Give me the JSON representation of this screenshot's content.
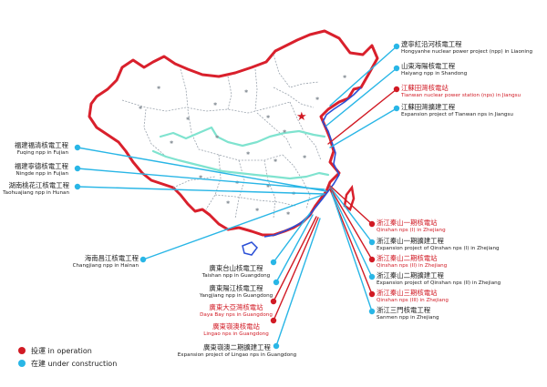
{
  "colors": {
    "in_operation": "#d11a24",
    "under_construction": "#29b6e6",
    "border": "#d9202c",
    "river": "#7fe3cf",
    "coast": "#2a4fd6",
    "province_line": "#9aa3ad"
  },
  "legend": {
    "in_operation": "投運 in operation",
    "under_construction": "在建 under construction"
  },
  "plants": [
    {
      "id": "hongyanhe",
      "status": "uc",
      "zh": "遼寧紅沿河核電工程",
      "en": "Hongyanhe nuclear power project (npp) in Liaoning"
    },
    {
      "id": "haiyang",
      "status": "uc",
      "zh": "山東海陽核電工程",
      "en": "Haiyang npp in Shandong"
    },
    {
      "id": "tianwan",
      "status": "op",
      "zh": "江蘇田灣核電站",
      "en": "Tianwan nuclear power station (nps) in Jiangsu"
    },
    {
      "id": "tianwan-exp",
      "status": "uc",
      "zh": "江蘇田灣擴建工程",
      "en": "Expansion project of Tianwan nps in Jiangsu"
    },
    {
      "id": "fuqing",
      "status": "uc",
      "zh": "福建福清核電工程",
      "en": "Fuqing npp in Fujian"
    },
    {
      "id": "ningde",
      "status": "uc",
      "zh": "福建寧德核電工程",
      "en": "Ningde npp in Fujian"
    },
    {
      "id": "taohuajiang",
      "status": "uc",
      "zh": "湖南桃花江核電工程",
      "en": "Taohuajiang npp in Hunan"
    },
    {
      "id": "qinshan1",
      "status": "op",
      "zh": "浙江秦山一期核電站",
      "en": "Qinshan nps (I) in Zhejiang"
    },
    {
      "id": "qinshan1-exp",
      "status": "uc",
      "zh": "浙江秦山一期擴建工程",
      "en": "Expansion project of Qinshan nps (I) in Zhejiang"
    },
    {
      "id": "qinshan2",
      "status": "op",
      "zh": "浙江秦山二期核電站",
      "en": "Qinshan nps (II) in Zhejiang"
    },
    {
      "id": "qinshan2-exp",
      "status": "uc",
      "zh": "浙江秦山二期擴建工程",
      "en": "Expansion project of Qinshan nps (II) in Zhejiang"
    },
    {
      "id": "qinshan3",
      "status": "op",
      "zh": "浙江秦山三期核電站",
      "en": "Qinshan nps (III) in Zhejiang"
    },
    {
      "id": "sanmen",
      "status": "uc",
      "zh": "浙江三門核電工程",
      "en": "Sanmen npp in Zhejiang"
    },
    {
      "id": "changjiang",
      "status": "uc",
      "zh": "海南昌江核電工程",
      "en": "Changjiang npp in Hainan"
    },
    {
      "id": "taishan",
      "status": "uc",
      "zh": "廣東台山核電工程",
      "en": "Taishan npp in Guangdong"
    },
    {
      "id": "yangjiang",
      "status": "uc",
      "zh": "廣東陽江核電工程",
      "en": "Yangjiang npp in Guangdong"
    },
    {
      "id": "dayabay",
      "status": "op",
      "zh": "廣東大亞灣核電站",
      "en": "Daya Bay nps in Guangdong"
    },
    {
      "id": "lingao",
      "status": "op",
      "zh": "廣東嶺澳核電站",
      "en": "Lingao nps in Guangdong"
    },
    {
      "id": "lingao-exp",
      "status": "uc",
      "zh": "廣東嶺澳二期擴建工程",
      "en": "Expansion project of Lingao nps in Guangdong"
    }
  ]
}
